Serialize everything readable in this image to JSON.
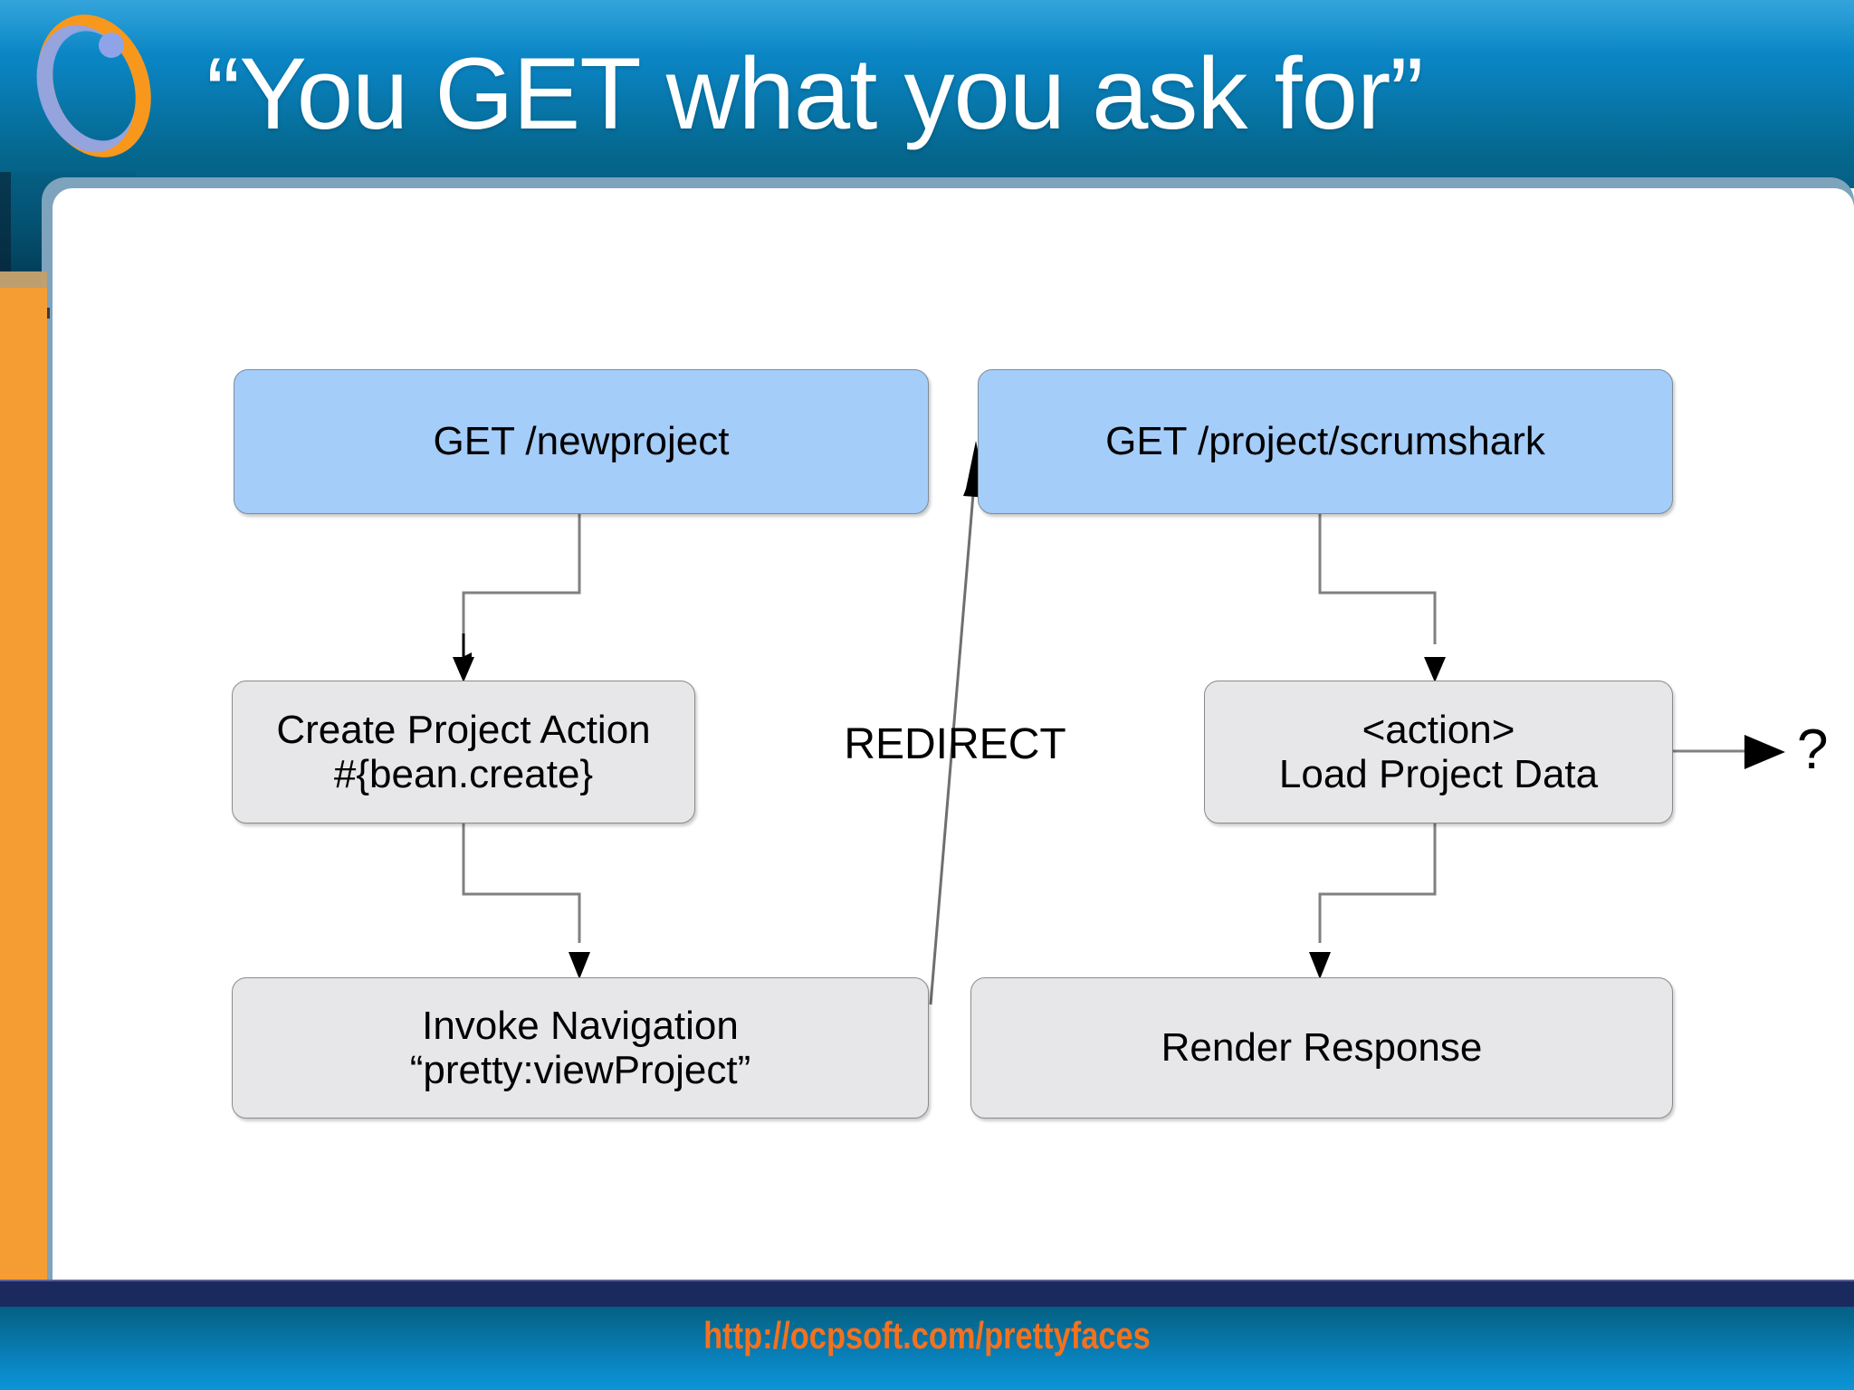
{
  "slide": {
    "title": "“You GET what you ask for”",
    "logo_icon": "ocpsoft-logo-icon",
    "footer_url": "http://ocpsoft.com/prettyfaces",
    "colors": {
      "header_blue_top": "#0d93d4",
      "header_blue_bottom": "#055f84",
      "accent_orange": "#f59d33",
      "link_orange": "#f4711f",
      "node_blue": "#a5cdf9",
      "node_gray": "#e7e6e8",
      "panel_border": "#7ea3bc",
      "footer_navy": "#1b2a5e"
    }
  },
  "diagram": {
    "type": "flowchart",
    "nodes": [
      {
        "id": "get-newproject",
        "kind": "request",
        "line1": "GET /newproject",
        "line2": ""
      },
      {
        "id": "get-project-scrumshark",
        "kind": "request",
        "line1": "GET /project/scrumshark",
        "line2": ""
      },
      {
        "id": "create-project-action",
        "kind": "step",
        "line1": "Create Project Action",
        "line2": "#{bean.create}"
      },
      {
        "id": "load-project-data",
        "kind": "step",
        "line1": "<action>",
        "line2": "Load Project Data"
      },
      {
        "id": "invoke-navigation",
        "kind": "step",
        "line1": "Invoke Navigation",
        "line2": "“pretty:viewProject”"
      },
      {
        "id": "render-response",
        "kind": "step",
        "line1": "Render Response",
        "line2": ""
      }
    ],
    "edges": [
      {
        "from": "get-newproject",
        "to": "create-project-action",
        "label": ""
      },
      {
        "from": "create-project-action",
        "to": "invoke-navigation",
        "label": ""
      },
      {
        "from": "invoke-navigation",
        "to": "get-project-scrumshark",
        "label": "REDIRECT"
      },
      {
        "from": "get-project-scrumshark",
        "to": "load-project-data",
        "label": ""
      },
      {
        "from": "load-project-data",
        "to": "render-response",
        "label": ""
      },
      {
        "from": "load-project-data",
        "to": "unknown",
        "label": "?"
      }
    ],
    "labels": {
      "redirect": "REDIRECT",
      "question": "?"
    }
  }
}
